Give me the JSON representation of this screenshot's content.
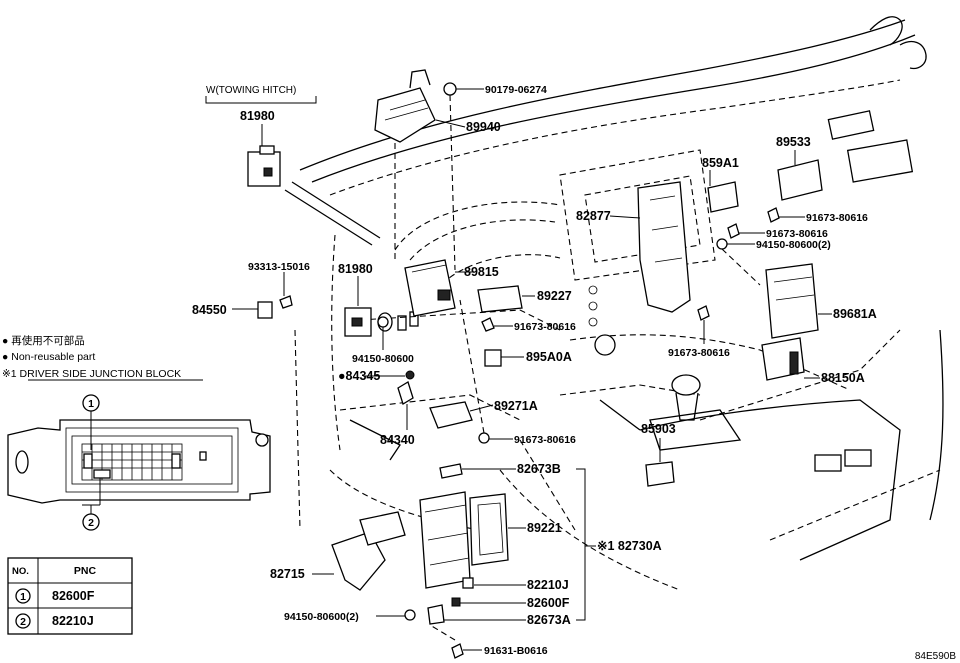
{
  "diagram": {
    "code": "84E590B",
    "towing_header": "W(TOWING HITCH)",
    "legend": {
      "jp": "● 再使用不可部品",
      "nonreusable": "● Non-reusable part",
      "note": "※1  DRIVER SIDE JUNCTION BLOCK"
    },
    "table": {
      "headers": [
        "NO.",
        "PNC"
      ],
      "rows": [
        {
          "no": "1",
          "pnc": "82600F"
        },
        {
          "no": "2",
          "pnc": "82210J"
        }
      ]
    },
    "callouts": {
      "c1": "1",
      "c2": "2"
    },
    "parts": {
      "p81980a": "81980",
      "p89940": "89940",
      "p90179": "90179-06274",
      "p93313": "93313-15016",
      "p81980b": "81980",
      "p84550": "84550",
      "p89815": "89815",
      "p89227": "89227",
      "p91673_a": "91673-80616",
      "p94150_a": "94150-80600",
      "p84345": "●84345",
      "p895A0A": "895A0A",
      "p84340": "84340",
      "p89271A": "89271A",
      "p91673_b": "91673-80616",
      "p859A1": "859A1",
      "p89533": "89533",
      "p82877": "82877",
      "p91673_c": "91673-80616",
      "p91673_d": "91673-80616",
      "p94150_b": "94150-80600(2)",
      "p89681A": "89681A",
      "p91673_e": "91673-80616",
      "p88150A": "88150A",
      "p85903": "85903",
      "p82673B": "82673B",
      "p89221": "89221",
      "p82730A": "※1 82730A",
      "p82715": "82715",
      "p82210J": "82210J",
      "p82600F": "82600F",
      "p82673A": "82673A",
      "p94150_c": "94150-80600(2)",
      "p91631": "91631-B0616"
    }
  }
}
